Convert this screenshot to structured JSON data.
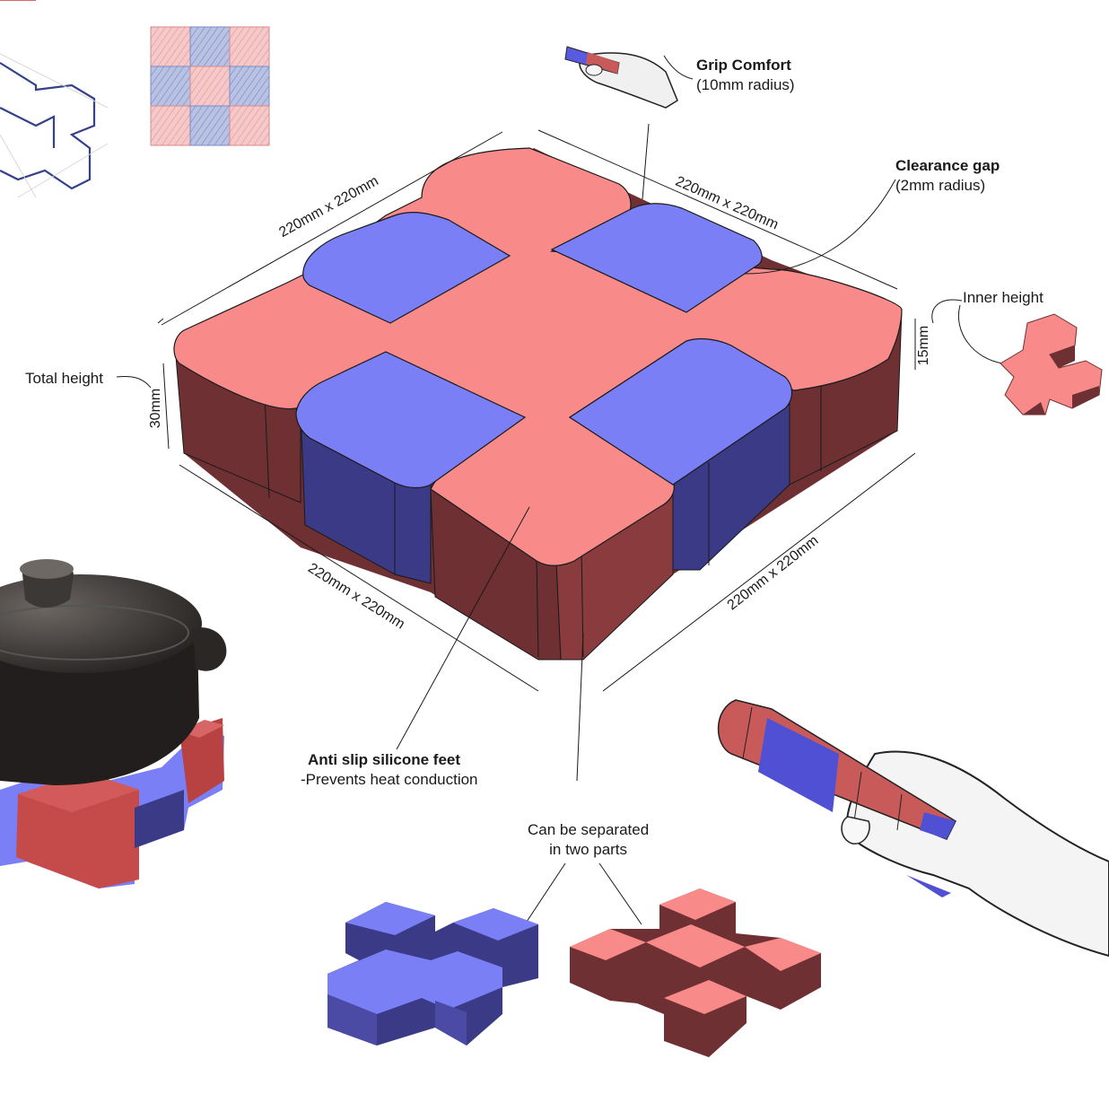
{
  "colors": {
    "red_top": "#f88a8a",
    "red_side": "#6e3032",
    "red_side_light": "#8a3b3d",
    "blue_top": "#7b7ff6",
    "blue_side": "#3a3a86",
    "blue_side_light": "#4b4ba6",
    "line": "#1a1a1a",
    "pot": "#2e2b29"
  },
  "dimensions": {
    "top_left": "220mm x 220mm",
    "top_right": "220mm x 220mm",
    "bottom_left": "220mm x 220mm",
    "bottom_right": "220mm x 220mm",
    "total_height": "30mm",
    "inner_height": "15mm"
  },
  "labels": {
    "grip_title": "Grip Comfort",
    "grip_sub": "(10mm radius)",
    "clearance_title": "Clearance gap",
    "clearance_sub": "(2mm radius)",
    "inner_height": "Inner height",
    "total_height": "Total height",
    "antislip_title": "Anti slip silicone feet",
    "antislip_sub": "-Prevents heat conduction",
    "separate_line1": "Can be separated",
    "separate_line2": "in two parts"
  },
  "icons": {
    "hand_top": "hand-holding-piece-icon",
    "hand_bottom": "hand-holding-piece-icon",
    "pot": "cooking-pot-icon",
    "sketch_wire": "wireframe-sketch-icon",
    "sketch_grid": "checker-sketch-icon"
  }
}
